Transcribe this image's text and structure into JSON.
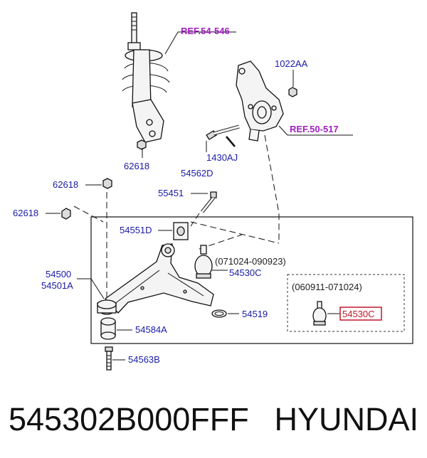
{
  "labels": {
    "ref_54_546": "REF.54-546",
    "ref_50_517": "REF.50-517",
    "p1022AA": "1022AA",
    "p62618_top": "62618",
    "p1430AJ": "1430AJ",
    "p54562D": "54562D",
    "p62618_a": "62618",
    "p62618_b": "62618",
    "p55451": "55451",
    "p54551D": "54551D",
    "range_new": "(071024-090923)",
    "p54530C_upper": "54530C",
    "p54500": "54500",
    "p54501A": "54501A",
    "range_old": "(060911-071024)",
    "p54530C_boxed": "54530C",
    "p54519": "54519",
    "p54584A": "54584A",
    "p54563B": "54563B"
  },
  "footer": {
    "part_number": "545302B000FFF",
    "brand": "HYUNDAI"
  },
  "colors": {
    "label": "#1a1aa6",
    "ref": "#a020c0",
    "highlight": "#c0182a"
  }
}
